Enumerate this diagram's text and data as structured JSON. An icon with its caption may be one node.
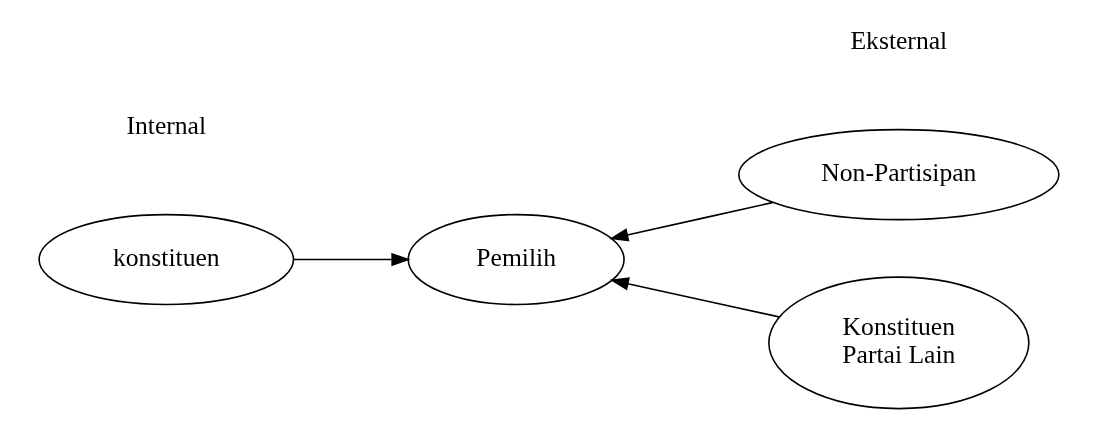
{
  "diagram": {
    "nodes": [
      {
        "text": [
          "konstituen"
        ]
      },
      {
        "text": [
          "Pemilih"
        ]
      },
      {
        "text": [
          "Non-Partisipan"
        ]
      },
      {
        "text": [
          "Konstituen Partai Lain"
        ]
      }
    ],
    "edges": [
      {
        "from": 0,
        "to": 1,
        "arrow": "to"
      },
      {
        "from": 2,
        "to": 1,
        "arrow": "to"
      },
      {
        "from": 3,
        "to": 1,
        "arrow": "to"
      }
    ],
    "labels": [
      "Internal",
      "Eksternal"
    ]
  }
}
